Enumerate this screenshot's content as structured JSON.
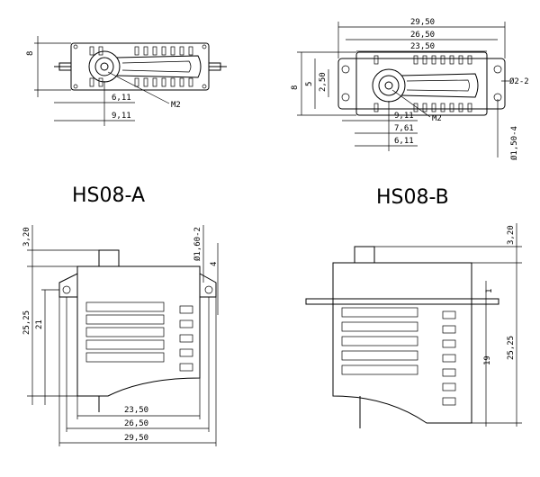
{
  "titles": {
    "a": "HS08-A",
    "b": "HS08-B"
  },
  "top_a": {
    "d_8": "8",
    "d_611": "6,11",
    "d_911": "9,11",
    "m2": "M2"
  },
  "top_b": {
    "d_2950": "29,50",
    "d_2650": "26,50",
    "d_2350": "23,50",
    "d_8": "8",
    "d_5": "5",
    "d_250": "2,50",
    "d_22": "Ø2-2",
    "d_911": "9,11",
    "d_761": "7,61",
    "d_611": "6,11",
    "d_1504": "Ø1,50-4",
    "m2": "M2"
  },
  "side_a": {
    "d_320": "3,20",
    "d_16": "Ø1,60-2",
    "d_4": "4",
    "d_2525": "25,25",
    "d_21": "21",
    "d_2350": "23,50",
    "d_2650": "26,50",
    "d_2950": "29,50"
  },
  "side_b": {
    "d_320": "3,20",
    "d_1": "1",
    "d_19": "19",
    "d_2525": "25,25"
  }
}
